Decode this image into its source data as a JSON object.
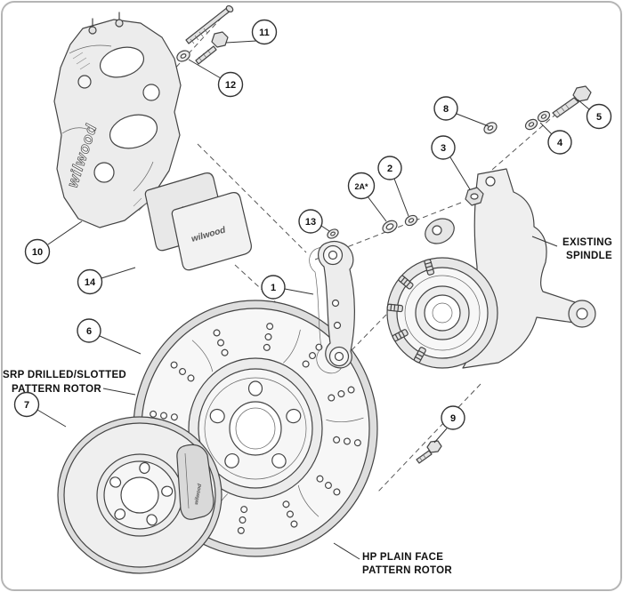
{
  "callouts": {
    "c1": "1",
    "c2": "2",
    "c2a": "2A*",
    "c3": "3",
    "c4": "4",
    "c5": "5",
    "c6": "6",
    "c7": "7",
    "c8": "8",
    "c9": "9",
    "c10": "10",
    "c11": "11",
    "c12": "12",
    "c13": "13",
    "c14": "14"
  },
  "labels": {
    "spindle": {
      "line1": "EXISTING",
      "line2": "SPINDLE"
    },
    "srp_rotor": {
      "line1": "SRP DRILLED/SLOTTED",
      "line2": "PATTERN ROTOR"
    },
    "hp_rotor": {
      "line1": "HP PLAIN FACE",
      "line2": "PATTERN ROTOR"
    }
  },
  "branding": {
    "caliper": "wilwood",
    "pad": "wilwood",
    "mini_caliper": "wilwood"
  }
}
